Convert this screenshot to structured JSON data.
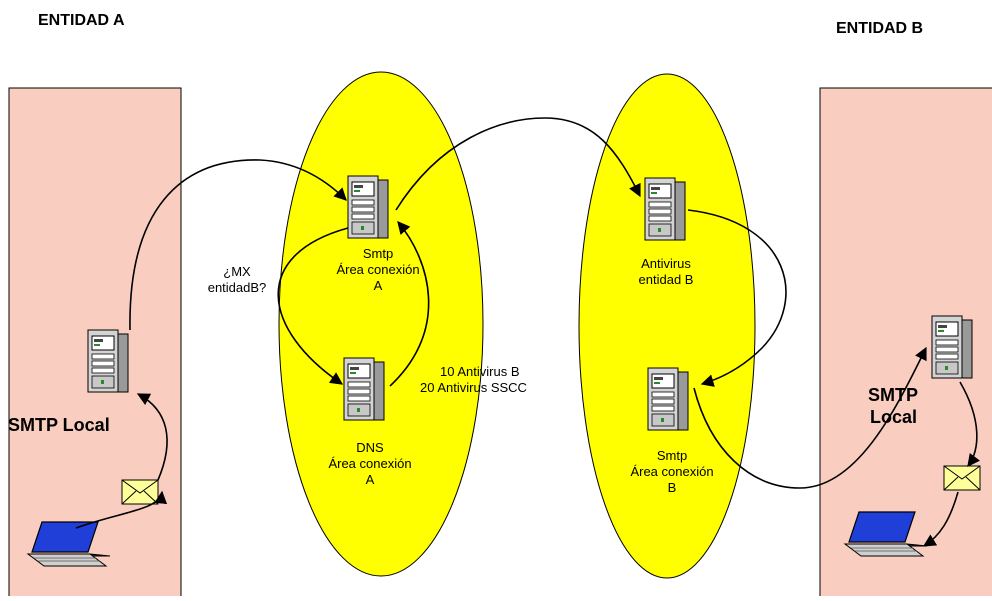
{
  "entities": {
    "a_title": "ENTIDAD A",
    "b_title": "ENTIDAD B"
  },
  "labels": {
    "smtp_local_a": "SMTP  Local",
    "smtp_local_b_line1": "SMTP",
    "smtp_local_b_line2": "Local",
    "smtp_area_a": [
      "Smtp",
      "Área conexión",
      "A"
    ],
    "dns_area_a": [
      "DNS",
      "Área conexión",
      "A"
    ],
    "antivirus_b": [
      "Antivirus",
      "entidad B"
    ],
    "smtp_area_b": [
      "Smtp",
      "Área conexión",
      "B"
    ],
    "mx_query": [
      "¿MX",
      "entidadB?"
    ],
    "mx_answer": [
      "10 Antivirus B",
      "20 Antivirus SSCC"
    ]
  },
  "colors": {
    "entity_panel": "#f9cdbf",
    "zone_fill": "#ffff00",
    "server_body": "#d4d4d4",
    "laptop_screen": "#1f3fd8",
    "envelope": "#ffff99"
  },
  "icons": {
    "server": "server-tower-icon",
    "laptop": "laptop-icon",
    "envelope": "envelope-icon"
  }
}
